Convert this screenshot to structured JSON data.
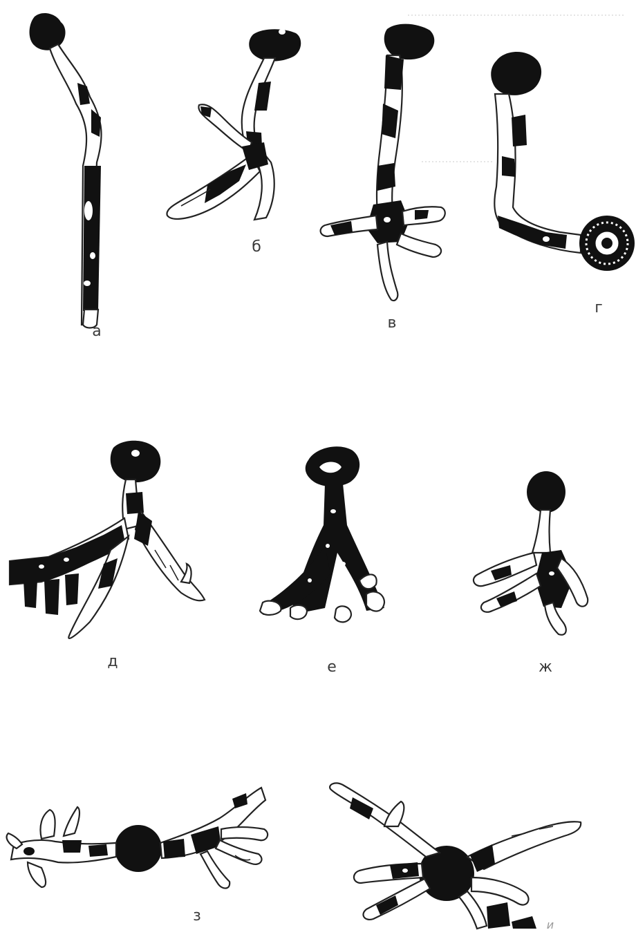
{
  "figure": {
    "panels": [
      {
        "id": "a",
        "label": "а"
      },
      {
        "id": "b",
        "label": "б"
      },
      {
        "id": "v",
        "label": "в"
      },
      {
        "id": "g",
        "label": "г"
      },
      {
        "id": "d",
        "label": "д"
      },
      {
        "id": "e",
        "label": "е"
      },
      {
        "id": "zh",
        "label": "ж"
      },
      {
        "id": "z",
        "label": "з"
      },
      {
        "id": "i",
        "label": "и"
      }
    ]
  }
}
